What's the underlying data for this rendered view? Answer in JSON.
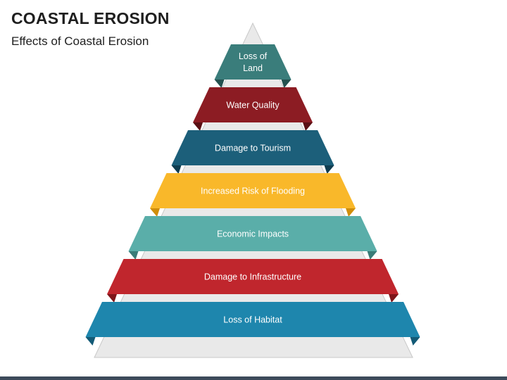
{
  "slide": {
    "title": "COASTAL EROSION",
    "subtitle": "Effects of Coastal Erosion"
  },
  "pyramid": {
    "levels": [
      {
        "lines": [
          "Loss of",
          "Land"
        ],
        "color": "#3a7d7b",
        "shade": "#24514f"
      },
      {
        "lines": [
          "Water Quality"
        ],
        "color": "#8c1c23",
        "shade": "#5a0f14"
      },
      {
        "lines": [
          "Damage to Tourism"
        ],
        "color": "#1c5f7a",
        "shade": "#103d50"
      },
      {
        "lines": [
          "Increased Risk of Flooding"
        ],
        "color": "#f9b82a",
        "shade": "#d08e0b"
      },
      {
        "lines": [
          "Economic Impacts"
        ],
        "color": "#5aaea9",
        "shade": "#3a7c78"
      },
      {
        "lines": [
          "Damage to Infrastructure"
        ],
        "color": "#c0262d",
        "shade": "#7e1519"
      },
      {
        "lines": [
          "Loss of Habitat"
        ],
        "color": "#1e86ad",
        "shade": "#125a76"
      }
    ]
  }
}
